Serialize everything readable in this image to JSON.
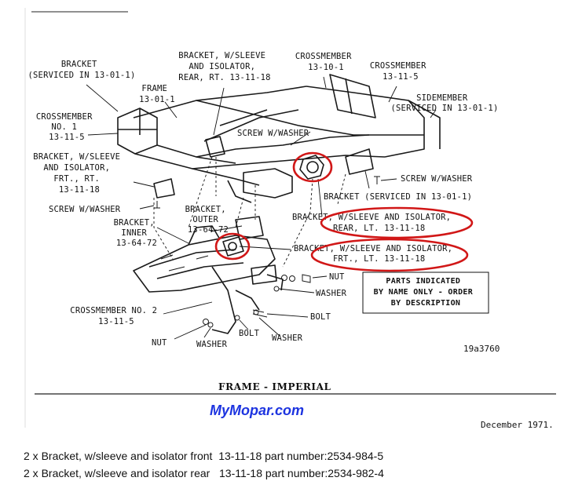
{
  "header_tab": "",
  "labels": {
    "bracket_serviced_top": [
      "BRACKET",
      "(SERVICED IN 13-01-1)"
    ],
    "frame": [
      "FRAME",
      "13-01-1"
    ],
    "bracket_sleeve_rear_rt": [
      "BRACKET, W/SLEEVE",
      "AND ISOLATOR,",
      "REAR, RT. 13-11-18"
    ],
    "crossmember_13_10_1": [
      "CROSSMEMBER",
      "13-10-1"
    ],
    "crossmember_13_11_5": [
      "CROSSMEMBER",
      "13-11-5"
    ],
    "sidemember": [
      "SIDEMEMBER",
      "(SERVICED IN 13-01-1)"
    ],
    "crossmember_no1": [
      "CROSSMEMBER",
      "NO. 1",
      "13-11-5"
    ],
    "screw_washer_top": "SCREW W/WASHER",
    "bracket_sleeve_frt_rt": [
      "BRACKET, W/SLEEVE",
      "AND ISOLATOR,",
      "FRT., RT.",
      "13-11-18"
    ],
    "screw_washer_right": "SCREW W/WASHER",
    "bracket_serviced_right": "BRACKET (SERVICED IN 13-01-1)",
    "screw_washer_left": "SCREW W/WASHER",
    "bracket_outer": [
      "BRACKET,",
      "OUTER",
      "13-64-72"
    ],
    "bracket_inner": [
      "BRACKET,",
      "INNER",
      "13-64-72"
    ],
    "bracket_sleeve_rear_lt": [
      "BRACKET, W/SLEEVE AND ISOLATOR,",
      "REAR, LT. 13-11-18"
    ],
    "bracket_sleeve_frt_lt": [
      "BRACKET, W/SLEEVE AND ISOLATOR,",
      "FRT., LT. 13-11-18"
    ],
    "nut_right": "NUT",
    "washer_right": "WASHER",
    "bolt_right": "BOLT",
    "washer_bottom_right": "WASHER",
    "bolt_bottom": "BOLT",
    "crossmember_no2": [
      "CROSSMEMBER NO. 2",
      "13-11-5"
    ],
    "nut_bottom": "NUT",
    "washer_bottom": "WASHER"
  },
  "parts_box": [
    "PARTS INDICATED",
    "BY NAME ONLY - ORDER",
    "BY DESCRIPTION"
  ],
  "figure_code": "19a3760",
  "caption": "FRAME - IMPERIAL",
  "watermark": "MyMopar.com",
  "date": "December 1971.",
  "corner_mark": "",
  "notes": [
    "2 x Bracket, w/sleeve and isolator front  13-11-18 part number:2534-984-5",
    "2 x Bracket, w/sleeve and isolator rear   13-11-18 part number:2534-982-4"
  ],
  "colors": {
    "highlight": "#d11717",
    "watermark": "#1d34e0",
    "ink": "#111111"
  }
}
